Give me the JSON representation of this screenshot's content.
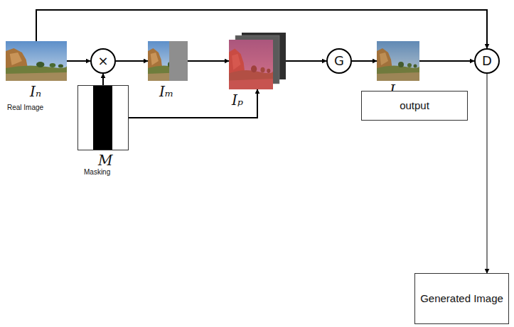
{
  "diagram": {
    "nodes": [
      {
        "text": [
          "Iₙ",
          "Real Image"
        ]
      },
      {
        "text": [
          "×"
        ]
      },
      {
        "text": [
          "M",
          "Masking"
        ]
      },
      {
        "text": [
          "Iₘ"
        ]
      },
      {
        "text": [
          "Iₚ"
        ]
      },
      {
        "text": [
          "G"
        ]
      },
      {
        "text": [
          "Iₒ"
        ]
      },
      {
        "text": [
          "output"
        ]
      },
      {
        "text": [
          "D"
        ]
      },
      {
        "text": [
          "Generated Image"
        ]
      }
    ],
    "edges": [
      {
        "from": 0,
        "to": 1,
        "arrow": "to"
      },
      {
        "from": 2,
        "to": 1,
        "arrow": "to"
      },
      {
        "from": 1,
        "to": 3,
        "arrow": "to"
      },
      {
        "from": 3,
        "to": 4,
        "arrow": "to"
      },
      {
        "from": 2,
        "to": 4,
        "arrow": "to"
      },
      {
        "from": 4,
        "to": 5,
        "arrow": "to"
      },
      {
        "from": 5,
        "to": 6,
        "arrow": "to"
      },
      {
        "from": 6,
        "to": 8,
        "arrow": "to"
      },
      {
        "from": 0,
        "to": 8,
        "arrow": "to"
      },
      {
        "from": 8,
        "to": 9,
        "arrow": "to"
      }
    ]
  }
}
